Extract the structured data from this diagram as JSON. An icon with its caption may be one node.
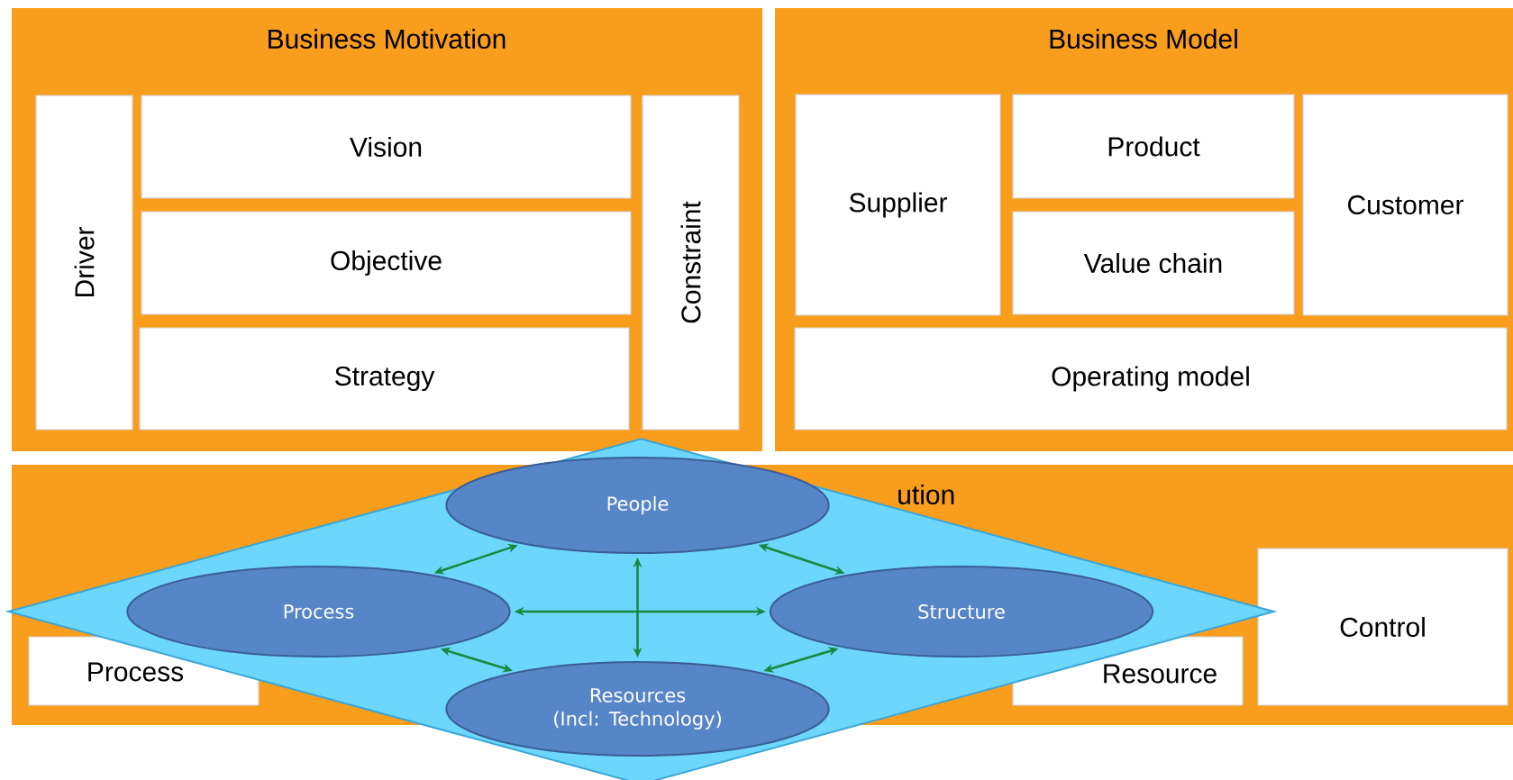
{
  "diagram": {
    "nodes": [
      {
        "text": [
          "Business Motivation"
        ]
      },
      {
        "text": [
          "Driver"
        ],
        "in": 0
      },
      {
        "text": [
          "Vision"
        ],
        "in": 0
      },
      {
        "text": [
          "Objective"
        ],
        "in": 0
      },
      {
        "text": [
          "Strategy"
        ],
        "in": 0
      },
      {
        "text": [
          "Constraint"
        ],
        "in": 0
      },
      {
        "text": [
          "Business Model"
        ]
      },
      {
        "text": [
          "Supplier"
        ],
        "in": 6
      },
      {
        "text": [
          "Product"
        ],
        "in": 6
      },
      {
        "text": [
          "Value chain"
        ],
        "in": 6
      },
      {
        "text": [
          "Customer"
        ],
        "in": 6
      },
      {
        "text": [
          "Operating model"
        ],
        "in": 6
      },
      {
        "text": [
          "ution"
        ]
      },
      {
        "text": [
          "Control"
        ],
        "in": 12
      },
      {
        "text": [
          "Process"
        ],
        "in": 12
      },
      {
        "text": [
          "Resource"
        ],
        "in": 12
      },
      {
        "text": [],
        "shape": "diamond"
      },
      {
        "text": [
          "People"
        ],
        "in": 16
      },
      {
        "text": [
          "Process"
        ],
        "in": 12
      },
      {
        "text": [
          "Structure"
        ],
        "in": 12
      },
      {
        "text": [
          "Resources (Incl: Technology)"
        ],
        "in": 16
      }
    ],
    "edges": [
      {
        "from": 17,
        "to": 18,
        "arrow": "both"
      },
      {
        "from": 17,
        "to": 19,
        "arrow": "both"
      },
      {
        "from": 17,
        "to": 20,
        "arrow": "both"
      },
      {
        "from": 18,
        "to": 19,
        "arrow": "both"
      },
      {
        "from": 18,
        "to": 20,
        "arrow": "both"
      },
      {
        "from": 19,
        "to": 20,
        "arrow": "both"
      }
    ]
  }
}
